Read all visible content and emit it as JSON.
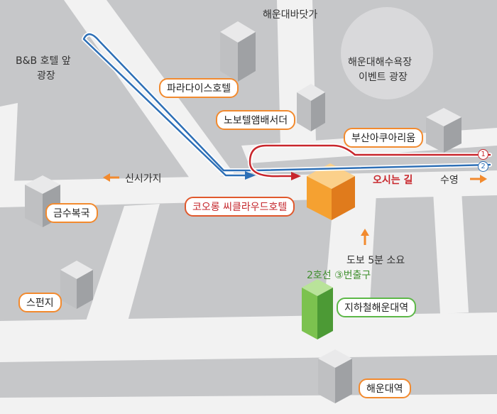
{
  "map": {
    "labels": {
      "haeundae_beach_street": "해운대바닷가",
      "beach_event_plaza_line1": "해운대해수욕장",
      "beach_event_plaza_line2": "이벤트 광장",
      "bb_hotel_line1": "B&B 호텔 앞",
      "bb_hotel_line2": "광장",
      "paradise_hotel": "파라다이스호텔",
      "novotel": "노보텔앰배서더",
      "busan_aquarium": "부산아쿠아리움",
      "sinsi_gaji": "신시가지",
      "suyeong": "수영",
      "directions": "오시는 길",
      "kolon_hotel": "코오롱 씨클라우드호텔",
      "geumsu_bokguk": "금수복국",
      "walk_time": "도보 5분 소요",
      "line2_exit3": "2호선 ③번출구",
      "subway_haeundae": "지하철해운대역",
      "speonji": "스펀지",
      "haeundae_station": "해운대역",
      "route1": "1",
      "route2": "2"
    },
    "colors": {
      "road": "#f2f2f2",
      "block": "#c6c7c9",
      "route_blue": "#2d6fb6",
      "route_red": "#c8262c",
      "orange": "#f28a2e",
      "green": "#5db848",
      "hotel_building": "#f5a131"
    }
  }
}
